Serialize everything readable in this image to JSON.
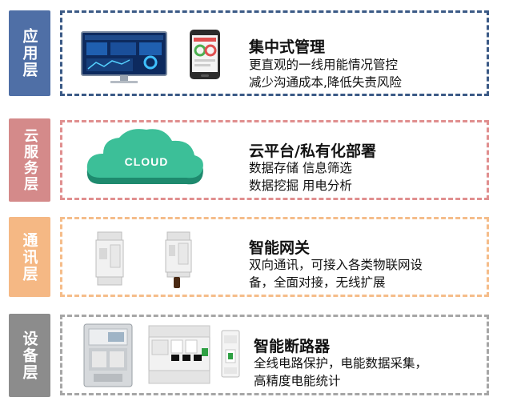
{
  "layers": [
    {
      "label": "应用层",
      "title": "集中式管理",
      "lines": [
        "更直观的一线用能情况管控",
        "减少沟通成本,降低失责风险"
      ],
      "colors": {
        "label": "#4f6fa6",
        "border": "#3b5a86"
      }
    },
    {
      "label": "云服务层",
      "title": "云平台/私有化部署",
      "lines": [
        "数据存储  信息筛选",
        "数据挖掘  用电分析"
      ],
      "colors": {
        "label": "#d48a8a",
        "border": "#e08f8f"
      }
    },
    {
      "label": "通讯层",
      "title": "智能网关",
      "lines": [
        "双向通讯，可接入各类物联网设",
        "备，全面对接，无线扩展"
      ],
      "colors": {
        "label": "#f5b884",
        "border": "#f5bd8a"
      }
    },
    {
      "label": "设备层",
      "title": "智能断路器",
      "lines": [
        "全线电路保护，电能数据采集，",
        "高精度电能统计"
      ],
      "colors": {
        "label": "#8c8c8c",
        "border": "#a6a6a6"
      }
    }
  ],
  "cloud_text": "CLOUD",
  "icons": [
    "dashboard-monitor-icon",
    "smartphone-icon",
    "cloud-icon",
    "din-rail-gateway-icon",
    "antenna-gateway-icon",
    "meter-cabinet-icon",
    "circuit-breaker-icon",
    "mini-breaker-icon"
  ]
}
